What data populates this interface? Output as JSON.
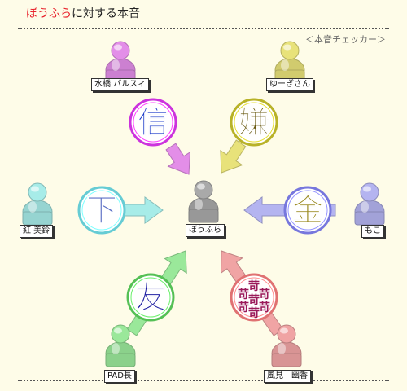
{
  "header": {
    "title_highlight": "ぼうふら",
    "title_rest": "に対する本音",
    "subtitle": "＜本音チェッカー＞"
  },
  "center": {
    "name": "ぼうふら",
    "color": "#a9a9a9"
  },
  "people": [
    {
      "id": "parsee",
      "name": "水橋 パルスィ",
      "color": "#e38ee8",
      "accent": "#cc33dd",
      "glyph": "信",
      "glyph_color": "#1535c8"
    },
    {
      "id": "yugi",
      "name": "ゆーぎさん",
      "color": "#e8e27a",
      "accent": "#b8b228",
      "glyph": "嫌",
      "glyph_color": "#6a5a12"
    },
    {
      "id": "kurenai",
      "name": "紅 美鈴",
      "color": "#a7ece8",
      "accent": "#66ccd4",
      "glyph": "下",
      "glyph_color": "#5a6ec4"
    },
    {
      "id": "moko",
      "name": "もこ",
      "color": "#b4b4f0",
      "accent": "#7777dd",
      "glyph": "金",
      "glyph_color": "#9a8a20"
    },
    {
      "id": "pad",
      "name": "PAD長",
      "color": "#9ae89a",
      "accent": "#55c055",
      "glyph": "友",
      "glyph_color": "#1a1aa0"
    },
    {
      "id": "yuka",
      "name": "風見　幽香",
      "color": "#f0a4a4",
      "accent": "#e07272",
      "glyph": "苛",
      "glyph_color": "#9a1a5a"
    }
  ]
}
